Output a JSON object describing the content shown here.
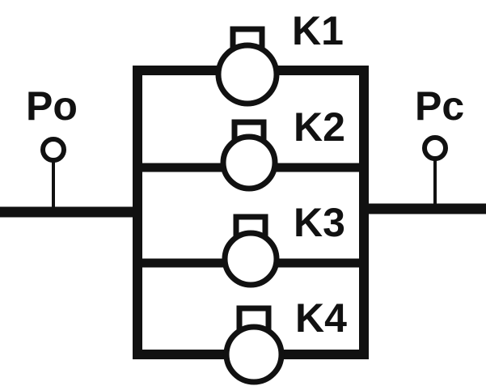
{
  "labels": {
    "inlet": "Po",
    "outlet": "Pc",
    "valves": [
      "K1",
      "K2",
      "K3",
      "K4"
    ]
  },
  "colors": {
    "line": "#111111",
    "background": "#ffffff"
  }
}
